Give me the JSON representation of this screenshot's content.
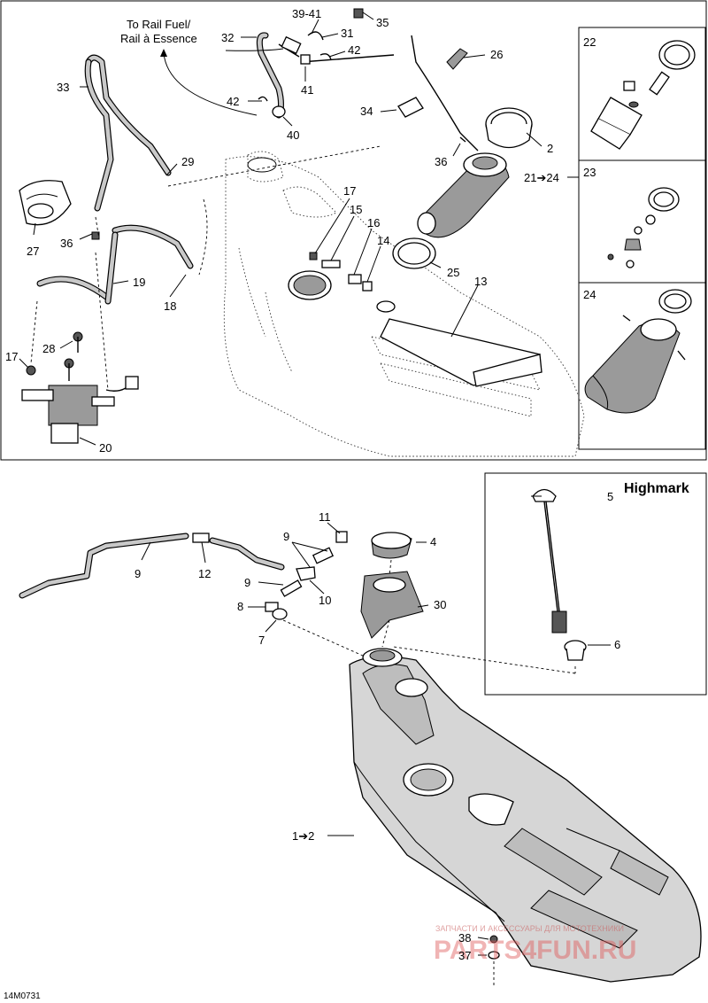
{
  "diagram_code": "14M0731",
  "top_note": {
    "line1": "To Rail Fuel/",
    "line2": "Rail à Essence"
  },
  "inset_title": "Highmark",
  "watermark": {
    "top": "ЗАПЧАСТИ И АКСЕССУАРЫ ДЛЯ МОТОТЕХНИКИ",
    "brand": "PARTS4FUN.RU"
  },
  "labels": {
    "l3941": "39-41",
    "l35": "35",
    "l32": "32",
    "l31": "31",
    "l42a": "42",
    "l41": "41",
    "l42b": "42",
    "l40": "40",
    "l33": "33",
    "l34": "34",
    "l26": "26",
    "l2top": "2",
    "l36a": "36",
    "l21": "21➔24",
    "l29": "29",
    "l17a": "17",
    "l15": "15",
    "l16": "16",
    "l14": "14",
    "l13": "13",
    "l25": "25",
    "l27": "27",
    "l36b": "36",
    "l19": "19",
    "l18": "18",
    "l28": "28",
    "l17b": "17",
    "l20": "20",
    "l22": "22",
    "l23": "23",
    "l24": "24",
    "l5": "5",
    "l6": "6",
    "l11": "11",
    "l9a": "9",
    "l4": "4",
    "l9b": "9",
    "l12": "12",
    "l9c": "9",
    "l10": "10",
    "l30": "30",
    "l8": "8",
    "l7": "7",
    "l12b": "1➔2",
    "l38": "38",
    "l37": "37"
  }
}
